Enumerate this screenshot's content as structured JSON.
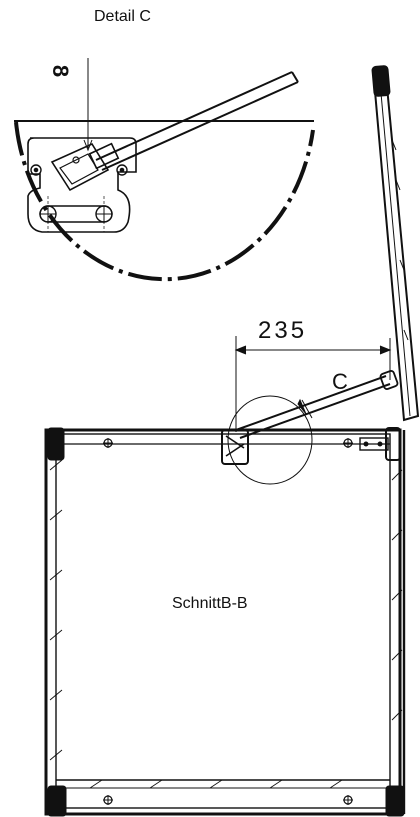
{
  "detail": {
    "title": "Detail C",
    "callout": "8"
  },
  "dimension": {
    "value": "235"
  },
  "section": {
    "callout": "C",
    "label": "SchnittB-B"
  }
}
